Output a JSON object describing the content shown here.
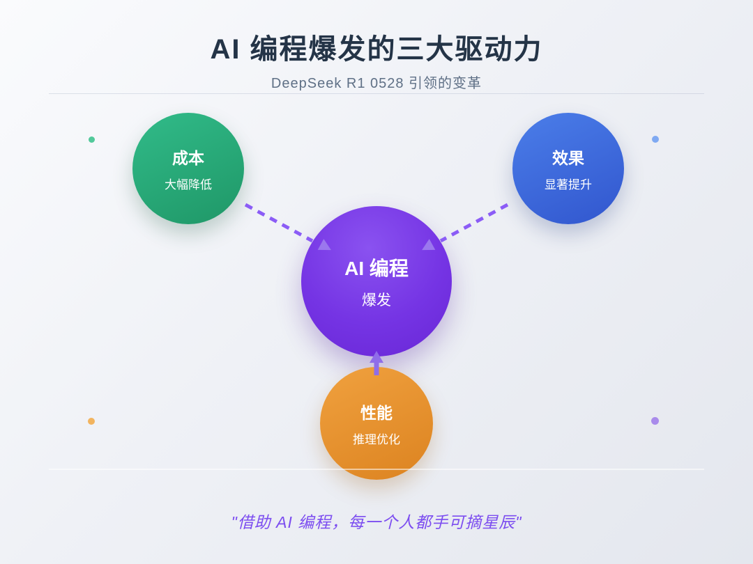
{
  "header": {
    "title": "AI 编程爆发的三大驱动力",
    "subtitle": "DeepSeek R1 0528 引领的变革"
  },
  "center_node": {
    "id": "ai-coding",
    "title": "AI 编程",
    "subtitle": "爆发",
    "color": "#7534E4"
  },
  "nodes": [
    {
      "id": "cost",
      "title": "成本",
      "subtitle": "大幅降低",
      "color": "#27AB7A"
    },
    {
      "id": "effect",
      "title": "效果",
      "subtitle": "显著提升",
      "color": "#3E6EDC"
    },
    {
      "id": "performance",
      "title": "性能",
      "subtitle": "推理优化",
      "color": "#E8942F"
    }
  ],
  "quote": "\"借助 AI 编程，每一个人都手可摘星辰\"",
  "colors": {
    "background_start": "#FAFBFD",
    "background_end": "#E4E7EE",
    "title_text": "#243447",
    "subtitle_text": "#5F7086",
    "arrow_dash": "#8B5CF6",
    "arrow_head": "#9B77EE",
    "quote_text": "#7C4DF0",
    "dot_green": "#52C99A",
    "dot_blue": "#7FA9F2",
    "dot_orange": "#F2B45F",
    "dot_purple": "#A98BEB"
  }
}
